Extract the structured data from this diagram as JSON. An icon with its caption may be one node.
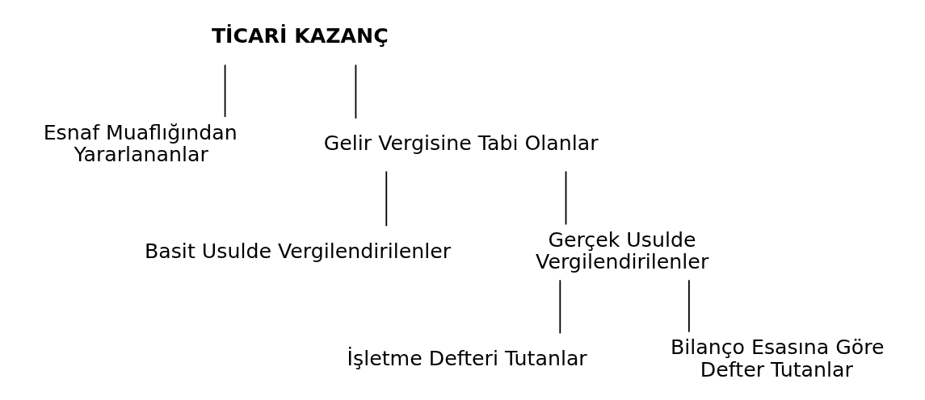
{
  "diagram": {
    "nodes": [
      {
        "text": [
          "TİCARİ KAZANÇ"
        ]
      },
      {
        "text": [
          "Esnaf Muaflığından Yararlananlar"
        ]
      },
      {
        "text": [
          "Gelir Vergisine Tabi Olanlar"
        ]
      },
      {
        "text": [
          "Basit Usulde Vergilendirilenler"
        ]
      },
      {
        "text": [
          "Gerçek Usulde Vergilendirilenler"
        ]
      },
      {
        "text": [
          "İşletme Defteri Tutanlar"
        ]
      },
      {
        "text": [
          "Bilanço Esasına Göre Defter Tutanlar"
        ]
      }
    ],
    "edges": [
      {
        "from": 0,
        "to": 1,
        "arrow": "none"
      },
      {
        "from": 0,
        "to": 2,
        "arrow": "none"
      },
      {
        "from": 2,
        "to": 3,
        "arrow": "none"
      },
      {
        "from": 2,
        "to": 4,
        "arrow": "none"
      },
      {
        "from": 4,
        "to": 5,
        "arrow": "none"
      },
      {
        "from": 4,
        "to": 6,
        "arrow": "none"
      }
    ]
  }
}
